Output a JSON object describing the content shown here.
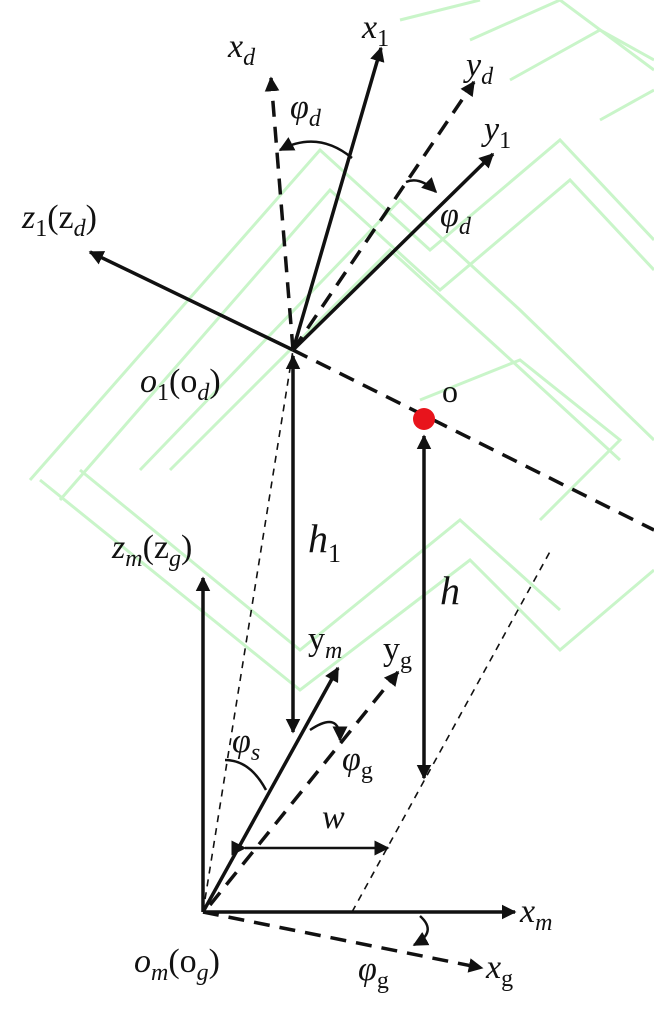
{
  "labels": {
    "xd": "x",
    "xd_sub": "d",
    "x1": "x",
    "x1_sub": "1",
    "yd": "y",
    "yd_sub": "d",
    "y1": "y",
    "y1_sub": "1",
    "phi_d_top": "φ",
    "phi_d_top_sub": "d",
    "phi_d_right": "φ",
    "phi_d_right_sub": "d",
    "z1": "z",
    "z1_sub": "1",
    "z1_paren": "(z",
    "z1_paren_sub": "d",
    "z1_close": ")",
    "o1": "o",
    "o1_sub": "1",
    "o1_paren": "(o",
    "o1_paren_sub": "d",
    "o1_close": ")",
    "o": "o",
    "h1": "h",
    "h1_sub": "1",
    "h": "h",
    "zm": "z",
    "zm_sub": "m",
    "zm_paren": "(z",
    "zm_paren_sub": "g",
    "zm_close": ")",
    "ym": "y",
    "ym_sub": "m",
    "yg": "y",
    "yg_sub": "g",
    "phi_s": "φ",
    "phi_s_sub": "s",
    "phi_g_mid": "φ",
    "phi_g_mid_sub": "g",
    "w": "w",
    "xm": "x",
    "xm_sub": "m",
    "om": "o",
    "om_sub": "m",
    "om_paren": "(o",
    "om_paren_sub": "g",
    "om_close": ")",
    "phi_g_bot": "φ",
    "phi_g_bot_sub": "g",
    "xg": "x",
    "xg_sub": "g"
  },
  "colors": {
    "line": "#111111",
    "point": "#e8141c",
    "watermark": "#c9f5c9"
  }
}
